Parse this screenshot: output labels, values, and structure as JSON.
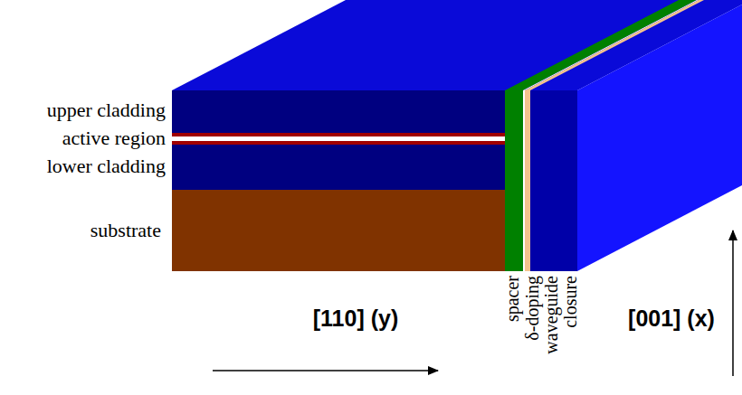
{
  "diagram": {
    "labels": [
      "upper cladding",
      "active region",
      "lower cladding",
      "substrate",
      "spacer",
      "δ-doping",
      "waveguide closure",
      "[110] (y)",
      "[001] (x)"
    ]
  }
}
